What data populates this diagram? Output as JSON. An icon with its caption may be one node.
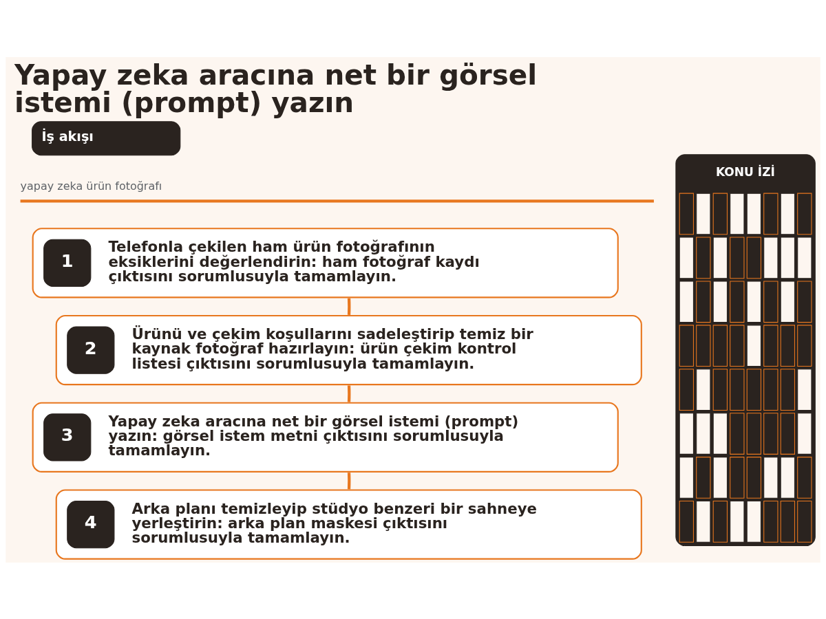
{
  "diagram": {
    "title": "Yapay zeka aracına net bir görsel istemi (prompt) yazın",
    "nodes": [
      {
        "text": [
          "İş akışı"
        ]
      },
      {
        "text": [
          "1",
          "Telefonla çekilen ham ürün fotoğrafının eksiklerini değerlendirin: ham fotoğraf kaydı çıktısını sorumlusuyla tamamlayın."
        ]
      },
      {
        "text": [
          "2",
          "Ürünü ve çekim koşullarını sadeleştirip temiz bir kaynak fotoğraf hazırlayın: ürün çekim kontrol listesi çıktısını sorumlusuyla tamamlayın."
        ]
      },
      {
        "text": [
          "3",
          "Yapay zeka aracına net bir görsel istemi (prompt) yazın: görsel istem metni çıktısını sorumlusuyla tamamlayın."
        ]
      },
      {
        "text": [
          "4",
          "Arka planı temizleyip stüdyo benzeri bir sahneye yerleştirin: arka plan maskesi çıktısını sorumlusuyla tamamlayın."
        ]
      },
      {
        "text": [
          "KONU İZİ"
        ]
      }
    ],
    "edges": [
      {
        "from": 1,
        "to": 2,
        "arrow": "none"
      },
      {
        "from": 2,
        "to": 3,
        "arrow": "none"
      },
      {
        "from": 3,
        "to": 4,
        "arrow": "none"
      }
    ],
    "labels": [
      "yapay zeka ürün fotoğrafı"
    ]
  }
}
